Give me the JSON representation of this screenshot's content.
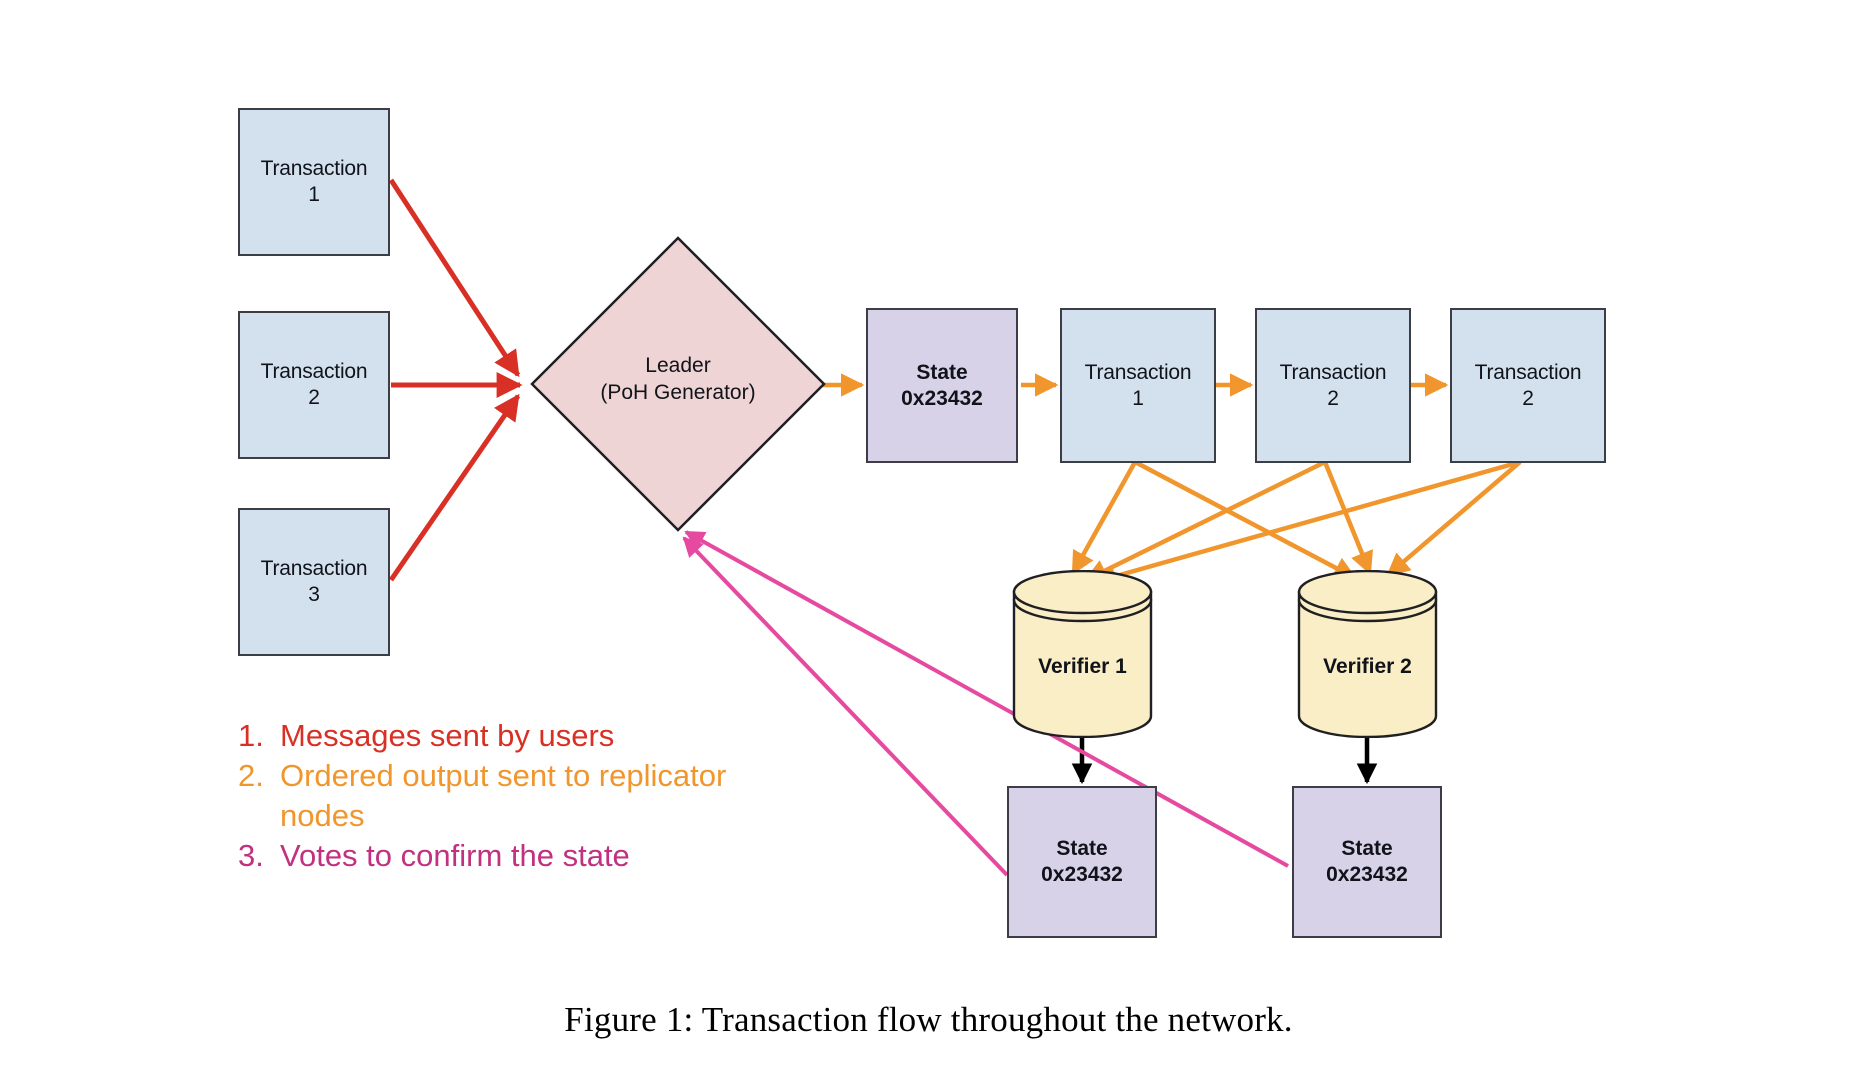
{
  "figure": {
    "caption": "Figure 1:  Transaction flow throughout the network."
  },
  "colors": {
    "tx_fill": "#d3e1ee",
    "state_fill": "#d8d2e8",
    "leader_fill": "#eed4d4",
    "verifier_fill": "#faeec6",
    "stroke": "#3d3d46",
    "arrow_red": "#d93025",
    "arrow_orange": "#f0962c",
    "arrow_pink": "#e64aa0",
    "arrow_black": "#000000"
  },
  "inputs": {
    "items": [
      {
        "name": "Transaction",
        "number": "1"
      },
      {
        "name": "Transaction",
        "number": "2"
      },
      {
        "name": "Transaction",
        "number": "3"
      }
    ]
  },
  "leader": {
    "line1": "Leader",
    "line2": "(PoH Generator)"
  },
  "ledger": {
    "state": {
      "line1": "State",
      "line2": "0x23432"
    },
    "entries": [
      {
        "name": "Transaction",
        "number": "1"
      },
      {
        "name": "Transaction",
        "number": "2"
      },
      {
        "name": "Transaction",
        "number": "2"
      }
    ]
  },
  "verifiers": {
    "items": [
      {
        "label": "Verifier 1"
      },
      {
        "label": "Verifier 2"
      }
    ]
  },
  "verifier_states": {
    "items": [
      {
        "line1": "State",
        "line2": "0x23432"
      },
      {
        "line1": "State",
        "line2": "0x23432"
      }
    ]
  },
  "legend": {
    "items": [
      {
        "num": "1.",
        "text": "Messages sent by users"
      },
      {
        "num": "2.",
        "text": "Ordered output sent to replicator nodes"
      },
      {
        "num": "3.",
        "text": "Votes to confirm the state"
      }
    ]
  }
}
